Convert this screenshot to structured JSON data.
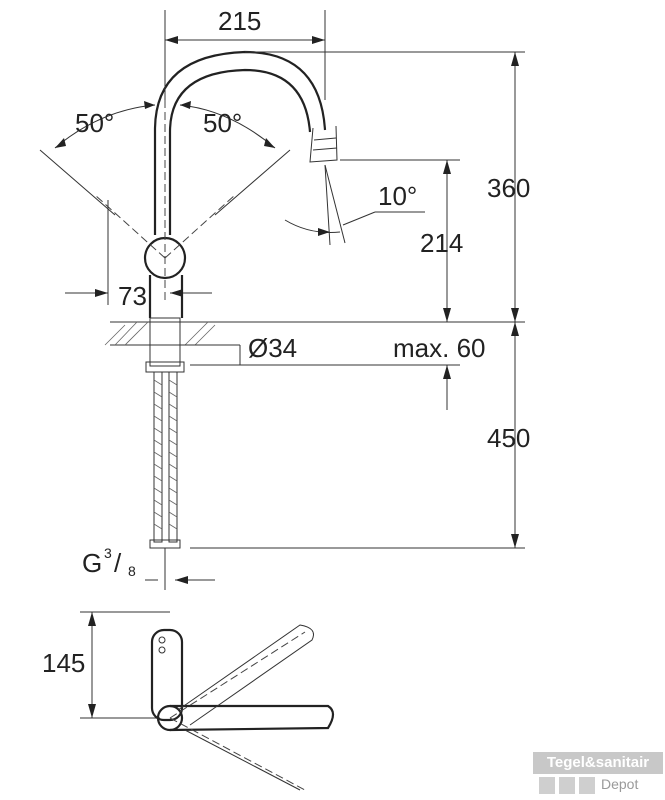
{
  "dimensions": {
    "spout_reach": "215",
    "swivel_left": "50°",
    "swivel_right": "50°",
    "total_height": "360",
    "spout_angle": "10°",
    "spout_height": "214",
    "lever_offset": "73",
    "hole_diameter": "Ø34",
    "counter_thickness": "max. 60",
    "hose_length": "450",
    "connection_prefix": "G",
    "connection_num": "3",
    "connection_den": "8",
    "plan_depth": "145"
  },
  "watermark": {
    "line1": "Tegel&sanitair",
    "line2": "Depot"
  }
}
